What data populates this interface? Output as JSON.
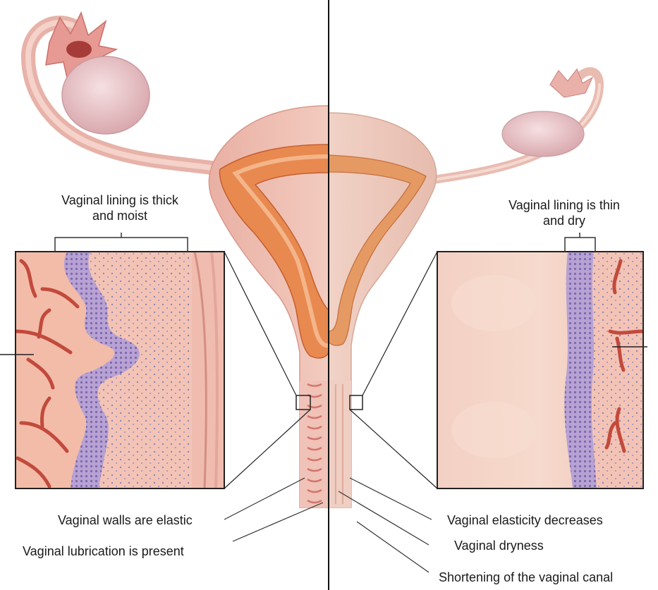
{
  "colors": {
    "tissue_pink": "#f2c4bc",
    "endometrium_orange": "#e8894f",
    "vessel_red": "#c24a3c",
    "epithelium_purple": "#9b86c2",
    "divider": "#111111"
  },
  "premenopause": {
    "lining_label_line1": "Vaginal lining is thick",
    "lining_label_line2": "and moist",
    "walls_label": "Vaginal walls are elastic",
    "lubrication_label": "Vaginal lubrication is present"
  },
  "postmenopause": {
    "lining_label_line1": "Vaginal lining is thin",
    "lining_label_line2": "and dry",
    "elasticity_label": "Vaginal elasticity decreases",
    "dryness_label": "Vaginal dryness",
    "shortening_label": "Shortening of the vaginal canal"
  }
}
